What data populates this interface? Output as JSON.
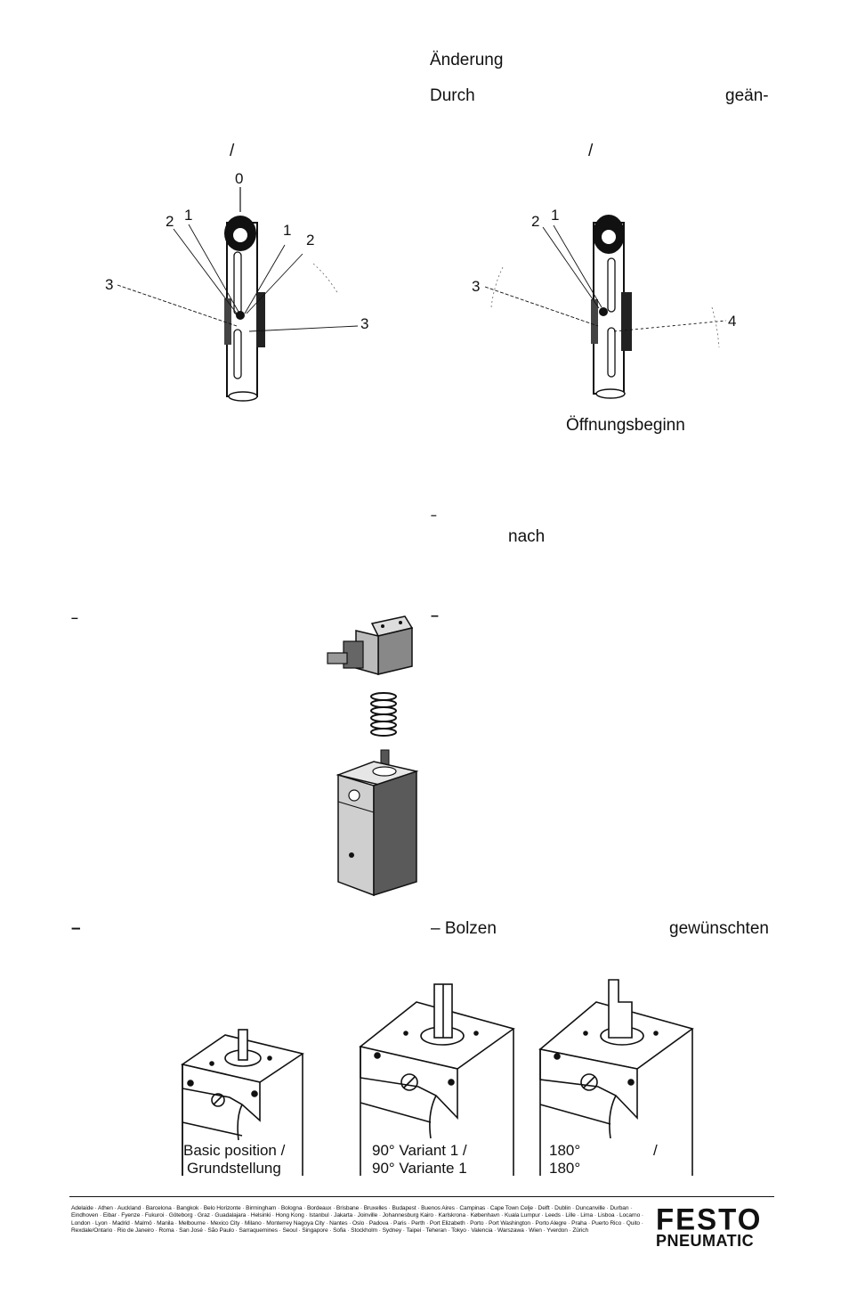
{
  "text": {
    "aenderung": "Änderung",
    "durch": "Durch",
    "gean": "geän-",
    "slash_left": "/",
    "slash_right": "/",
    "oeffnung": "Öffnungsbeginn",
    "nach": "nach",
    "dash_mid": "–",
    "dash_left": "–",
    "dash_right": "–",
    "dash_bottom_left": "–",
    "bolzen": "– Bolzen",
    "gewuenscht": "gewünschten"
  },
  "figure_left_labels": {
    "l0": "0",
    "l2a": "2",
    "l1a": "1",
    "l1b": "1",
    "l2b": "2",
    "l3a": "3",
    "l3b": "3"
  },
  "figure_right_labels": {
    "l2": "2",
    "l1": "1",
    "l3": "3",
    "l4": "4"
  },
  "captions": {
    "basic_line1": "Basic position /",
    "basic_line2": "Grundstellung",
    "v1_line1": "90° Variant 1 /",
    "v1_line2": "90° Variante 1",
    "v180_line1": "180°",
    "v180_slash": "/",
    "v180_line2": "180°"
  },
  "footer": {
    "cities": "Adelaide · Athen · Auckland · Barcelona · Bangkok · Belo Horizonte · Birmingham · Bologna · Bordeaux · Brisbane · Bruxelles · Budapest · Buenos Aires · Campinas · Cape Town Celje · Delft · Dublin · Duncanville · Durban · Eindhoven · Eibar · Fyenze · Fukuroi · Göteborg · Graz · Guadalajara · Helsinki · Hong Kong · Istanbul · Jakarta · Joinville · Johannesburg Kairo · Karlskrona · København · Kuala Lumpur · Leeds · Lille · Lima · Lisboa · Locarno · London · Lyon · Madrid · Malmö · Manila · Melbourne · Mexico City · Milano · Monterrey Nagoya City · Nantes · Oslo · Padova · Paris · Perth · Port Elizabeth · Porto · Port Washington · Porto Alegre · Praha · Puerto Rico · Quito · Rexdale/Ontario · Rio de Janeiro · Roma · San José · São Paulo · Sarraquemines · Seoul · Singapore · Sofia · Stockholm · Sydney · Taipei · Teheran · Tokyo · Valencia · Warszawa · Wien · Yverdon · Zürich",
    "brand_top": "FESTO",
    "brand_bottom": "PNEUMATIC"
  }
}
